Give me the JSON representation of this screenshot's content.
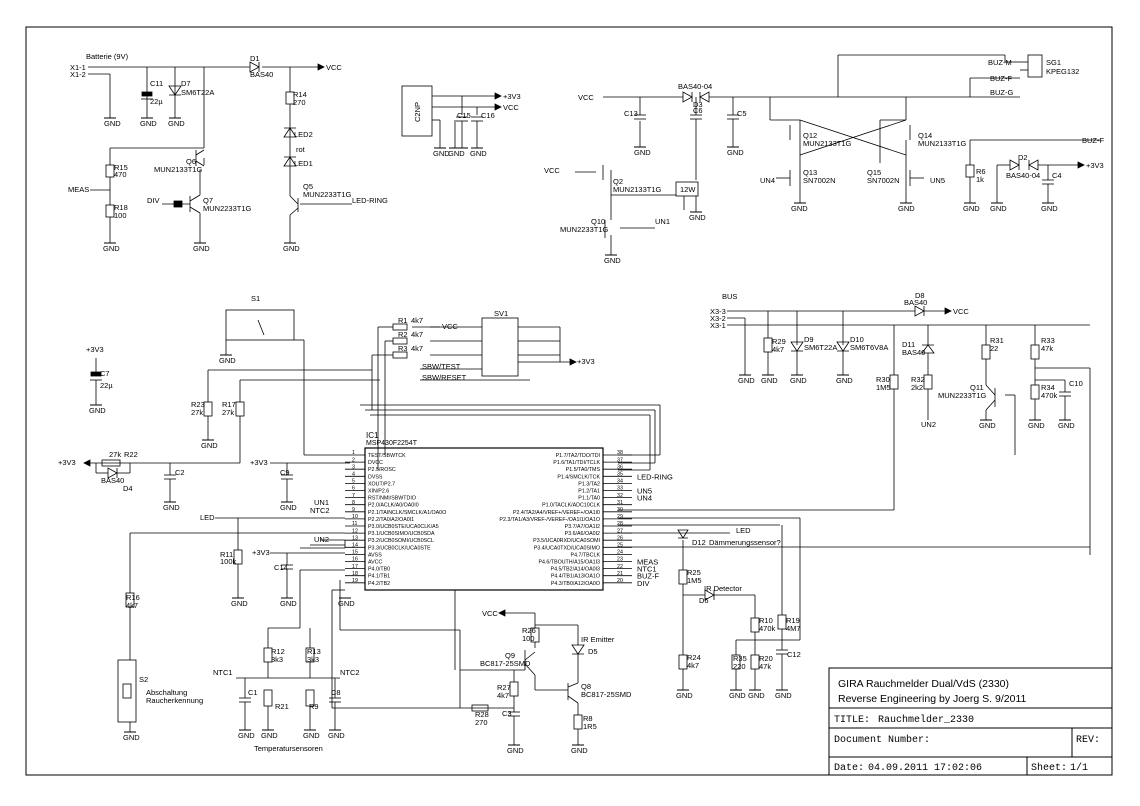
{
  "title_block": {
    "line1": "GIRA Rauchmelder Dual/VdS (2330)",
    "line2": "Reverse Engineering by Joerg S. 9/2011",
    "title_label": "TITLE:",
    "title_value": "Rauchmelder_2330",
    "docnum_label": "Document Number:",
    "rev_label": "REV:",
    "date_label": "Date:",
    "date_value": "04.09.2011 17:02:06",
    "sheet_label": "Sheet:",
    "sheet_value": "1/1"
  },
  "ic1": {
    "ref": "IC1",
    "part": "MSP430F2254T",
    "left_pins": [
      {
        "n": "1",
        "name": "TEST/SBWTCK"
      },
      {
        "n": "2",
        "name": "DVCC"
      },
      {
        "n": "3",
        "name": "P2.5/ROSC"
      },
      {
        "n": "4",
        "name": "DVSS"
      },
      {
        "n": "5",
        "name": "XOUT/P2.7"
      },
      {
        "n": "6",
        "name": "XIN/P2.6"
      },
      {
        "n": "7",
        "name": "RST/NMI/SBWTDIO"
      },
      {
        "n": "8",
        "name": "P2.0/ACLK/A0/OA0I0"
      },
      {
        "n": "9",
        "name": "P2.1/TAINCLK/SMCLK/A1/OA0O"
      },
      {
        "n": "10",
        "name": "P2.2/TA0/A2/OA0I1"
      },
      {
        "n": "11",
        "name": "P3.0/UCB0STE/UCA0CLK/A5"
      },
      {
        "n": "12",
        "name": "P3.1/UCB0SIMO/UCB0SDA"
      },
      {
        "n": "13",
        "name": "P3.2/UCB0SOMI/UCB0SCL"
      },
      {
        "n": "14",
        "name": "P3.3/UCB0CLK/UCA0STE"
      },
      {
        "n": "15",
        "name": "AVSS"
      },
      {
        "n": "16",
        "name": "AVCC"
      },
      {
        "n": "17",
        "name": "P4.0/TB0"
      },
      {
        "n": "18",
        "name": "P4.1/TB1"
      },
      {
        "n": "19",
        "name": "P4.2/TB2"
      }
    ],
    "right_pins": [
      {
        "n": "38",
        "name": "P1.7/TA2/TDO/TDI"
      },
      {
        "n": "37",
        "name": "P1.6/TA1/TDI/TCLK"
      },
      {
        "n": "36",
        "name": "P1.5/TA0/TMS"
      },
      {
        "n": "35",
        "name": "P1.4/SMCLK/TCK"
      },
      {
        "n": "34",
        "name": "P1.3/TA2"
      },
      {
        "n": "33",
        "name": "P1.2/TA1"
      },
      {
        "n": "32",
        "name": "P1.1/TA0"
      },
      {
        "n": "31",
        "name": "P1.0/TACLK/ADC10CLK"
      },
      {
        "n": "30",
        "name": "P2.4/TA2/A4/VREF+/VEREF+/OA1I0"
      },
      {
        "n": "29",
        "name": "P2.3/TA1/A3/VREF-/VEREF-/OA1I1/OA1O"
      },
      {
        "n": "28",
        "name": "P3.7/A7/OA1I2"
      },
      {
        "n": "27",
        "name": "P3.6/A6/OA0I2"
      },
      {
        "n": "26",
        "name": "P3.5/UCA0RXD/UCA0SOMI"
      },
      {
        "n": "25",
        "name": "P3.4/UCA0TXD/UCA0SIMO"
      },
      {
        "n": "24",
        "name": "P4.7/TBCLK"
      },
      {
        "n": "23",
        "name": "P4.6/TBOUTH/A15/OA1I3"
      },
      {
        "n": "22",
        "name": "P4.5/TB2/A14/OA0I3"
      },
      {
        "n": "21",
        "name": "P4.4/TB1/A13/OA1O"
      },
      {
        "n": "20",
        "name": "P4.3/TB0/A12/OA0O"
      }
    ],
    "right_nets": [
      {
        "pin": "35",
        "net": "LED-RING"
      },
      {
        "pin": "33",
        "net": "UN5"
      },
      {
        "pin": "32",
        "net": "UN4"
      },
      {
        "pin": "23",
        "net": "MEAS"
      },
      {
        "pin": "22",
        "net": "NTC1"
      },
      {
        "pin": "21",
        "net": "BUZ-F"
      },
      {
        "pin": "20",
        "net": "DIV"
      }
    ],
    "left_nets": [
      {
        "pin": "8",
        "net": "UN1"
      },
      {
        "pin": "9",
        "net": "NTC2"
      },
      {
        "pin": "11",
        "net": "UN2"
      }
    ]
  },
  "labels": {
    "batterie": "Batterie (9V)",
    "x1_1": "X1-1",
    "x1_2": "X1-2",
    "c11": "C11",
    "c11_val": "22µ",
    "d7": "D7",
    "d7_val": "SM6T22A",
    "d1": "D1",
    "d1_val": "BAS40",
    "vcc": "VCC",
    "r14": "R14",
    "r14_val": "270",
    "led2": "LED2",
    "rot": "rot",
    "led1": "LED1",
    "q5": "Q5",
    "q5_val": "MUN2233T1G",
    "led_ring": "LED-RING",
    "r15": "R15",
    "r15_val": "470",
    "q6": "Q6",
    "q6_val": "MUN2133T1G",
    "meas": "MEAS",
    "r18": "R18",
    "r18_val": "100",
    "div": "DIV",
    "q7": "Q7",
    "q7_val": "MUN2233T1G",
    "gnd": "GND",
    "c2np": "C2NP",
    "v3v3": "+3V3",
    "c15": "C15",
    "c16": "C16",
    "bas40_04": "BAS40-04",
    "d3": "D3",
    "c13": "C13",
    "c6": "C6",
    "c5": "C5",
    "q12": "Q12",
    "q12_val": "MUN2133T1G",
    "q14": "Q14",
    "q14_val": "MUN2133T1G",
    "q13": "Q13",
    "q13_val": "SN7002N",
    "q15": "Q15",
    "q15_val": "SN7002N",
    "un4": "UN4",
    "un5": "UN5",
    "buz_m": "BUZ-M",
    "buz_f": "BUZ-F",
    "buz_g": "BUZ-G",
    "sg1": "SG1",
    "sg1_val": "KPEG132",
    "r6": "R6",
    "r6_val": "1k",
    "d2": "D2",
    "d2_val": "BAS40-04",
    "c4": "C4",
    "q2": "Q2",
    "q2_val": "MUN2133T1G",
    "z12w": "12W",
    "q10": "Q10",
    "q10_val": "MUN2233T1G",
    "un1": "UN1",
    "s1": "S1",
    "r1": "R1",
    "r1_val": "4k7",
    "r2": "R2",
    "r2_val": "4k7",
    "r3": "R3",
    "r3_val": "4k7",
    "sv1": "SV1",
    "sbw_test": "SBW/TEST",
    "sbw_reset": "SBW/RESET",
    "c7": "C7",
    "c7_val": "22µ",
    "r23": "R23",
    "r23_val": "27k",
    "r17": "R17",
    "r17_val": "27k",
    "r22": "R22",
    "r22_val": "27k",
    "d4": "D4",
    "d4_val": "BAS40",
    "c2": "C2",
    "c9": "C9",
    "ntc2": "NTC2",
    "un2": "UN2",
    "un1b": "UN1",
    "led": "LED",
    "r11": "R11",
    "r11_val": "100k",
    "c14": "C14",
    "r16": "R16",
    "r16_val": "4k7",
    "s2": "S2",
    "abschaltung": "Abschaltung",
    "raucherkennung": "Raucherkennung",
    "ntc1": "NTC1",
    "r12": "R12",
    "r12_val": "3k3",
    "r13": "R13",
    "r13_val": "3k3",
    "c1": "C1",
    "c8": "C8",
    "r21": "R21",
    "r9": "R9",
    "temp": "Temperatursensoren",
    "bus": "BUS",
    "x3_3": "X3-3",
    "x3_2": "X3-2",
    "x3_1": "X3-1",
    "d8": "D8",
    "d8_val": "BAS40",
    "r29": "R29",
    "r29_val": "4k7",
    "d9": "D9",
    "d9_val": "SM6T22A",
    "d10": "D10",
    "d10_val": "SM6T6V8A",
    "d11": "D11",
    "d11_val": "BAS40",
    "r31": "R31",
    "r31_val": "22",
    "r33": "R33",
    "r33_val": "47k",
    "r30": "R30",
    "r30_val": "1M5",
    "r32": "R32",
    "r32_val": "2k2",
    "q11": "Q11",
    "q11_val": "MUN2233T1G",
    "r34": "R34",
    "r34_val": "470k",
    "c10": "C10",
    "d12": "D12",
    "daemmerung": "Dämmerungssensor?",
    "r25": "R25",
    "r25_val": "1M5",
    "ir_det": "IR Detector",
    "d6": "D6",
    "r10": "R10",
    "r10_val": "470k",
    "r19": "R19",
    "r19_val": "4M7",
    "r24": "R24",
    "r24_val": "4k7",
    "r35": "R35",
    "r35_val": "220",
    "r20": "R20",
    "r20_val": "47k",
    "c12": "C12",
    "r26": "R26",
    "r26_val": "100",
    "ir_emit": "IR Emitter",
    "d5": "D5",
    "q9": "Q9",
    "q9_val": "BC817-25SMD",
    "q8": "Q8",
    "q8_val": "BC817-25SMD",
    "r27": "R27",
    "r27_val": "4k7",
    "c3": "C3",
    "r28": "R28",
    "r28_val": "270",
    "r8": "R8",
    "r8_val": "1R5",
    "un2b": "UN2"
  }
}
